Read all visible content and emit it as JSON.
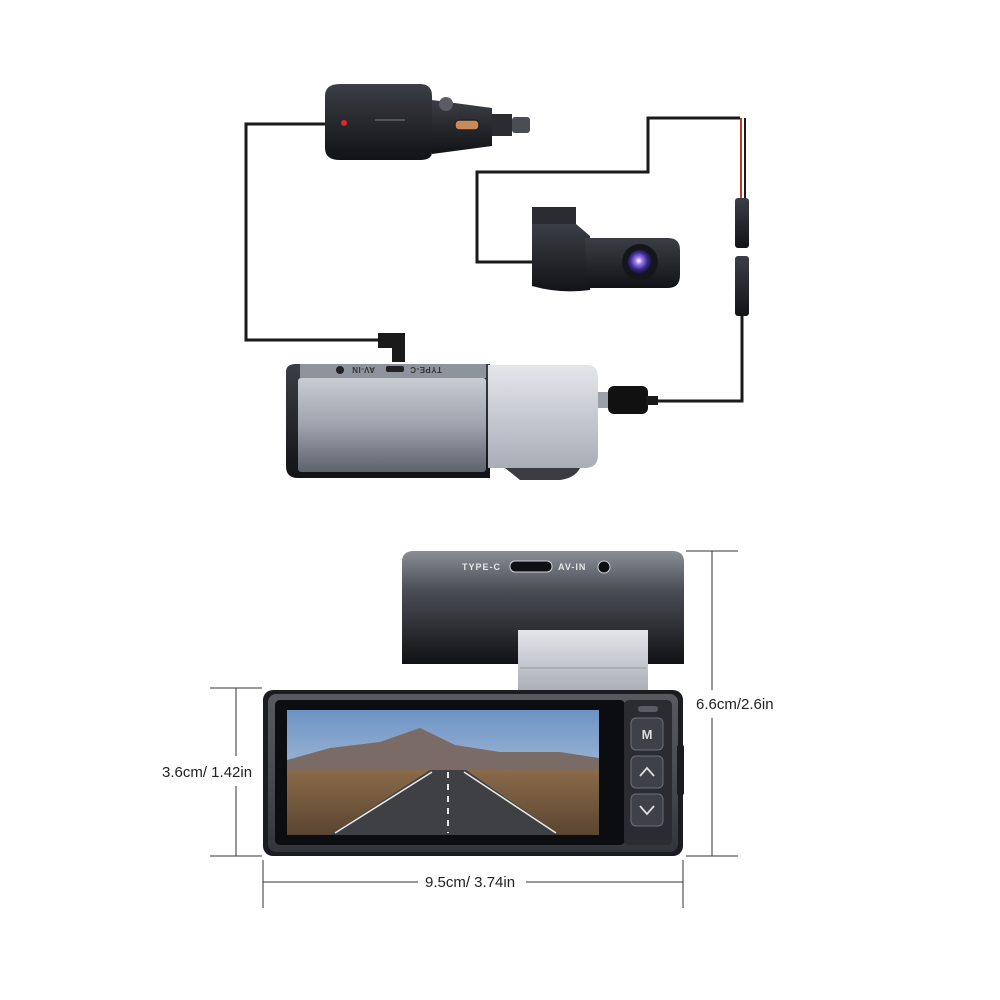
{
  "ports": {
    "type_c": "TYPE-C",
    "av_in": "AV-IN"
  },
  "buttons": {
    "menu": "M",
    "up": "^",
    "down": "v"
  },
  "dimensions": {
    "width": "9.5cm/ 3.74in",
    "screen_height": "3.6cm/ 1.42in",
    "total_height": "6.6cm/2.6in"
  },
  "colors": {
    "cable": "#1a1a1a",
    "red_wire": "#c0392b",
    "lens": "#5a3fb8",
    "led": "#e0242b"
  },
  "icons": [
    "car-charger-icon",
    "rear-camera-icon",
    "dash-cam-icon",
    "usb-c-plug-icon"
  ]
}
